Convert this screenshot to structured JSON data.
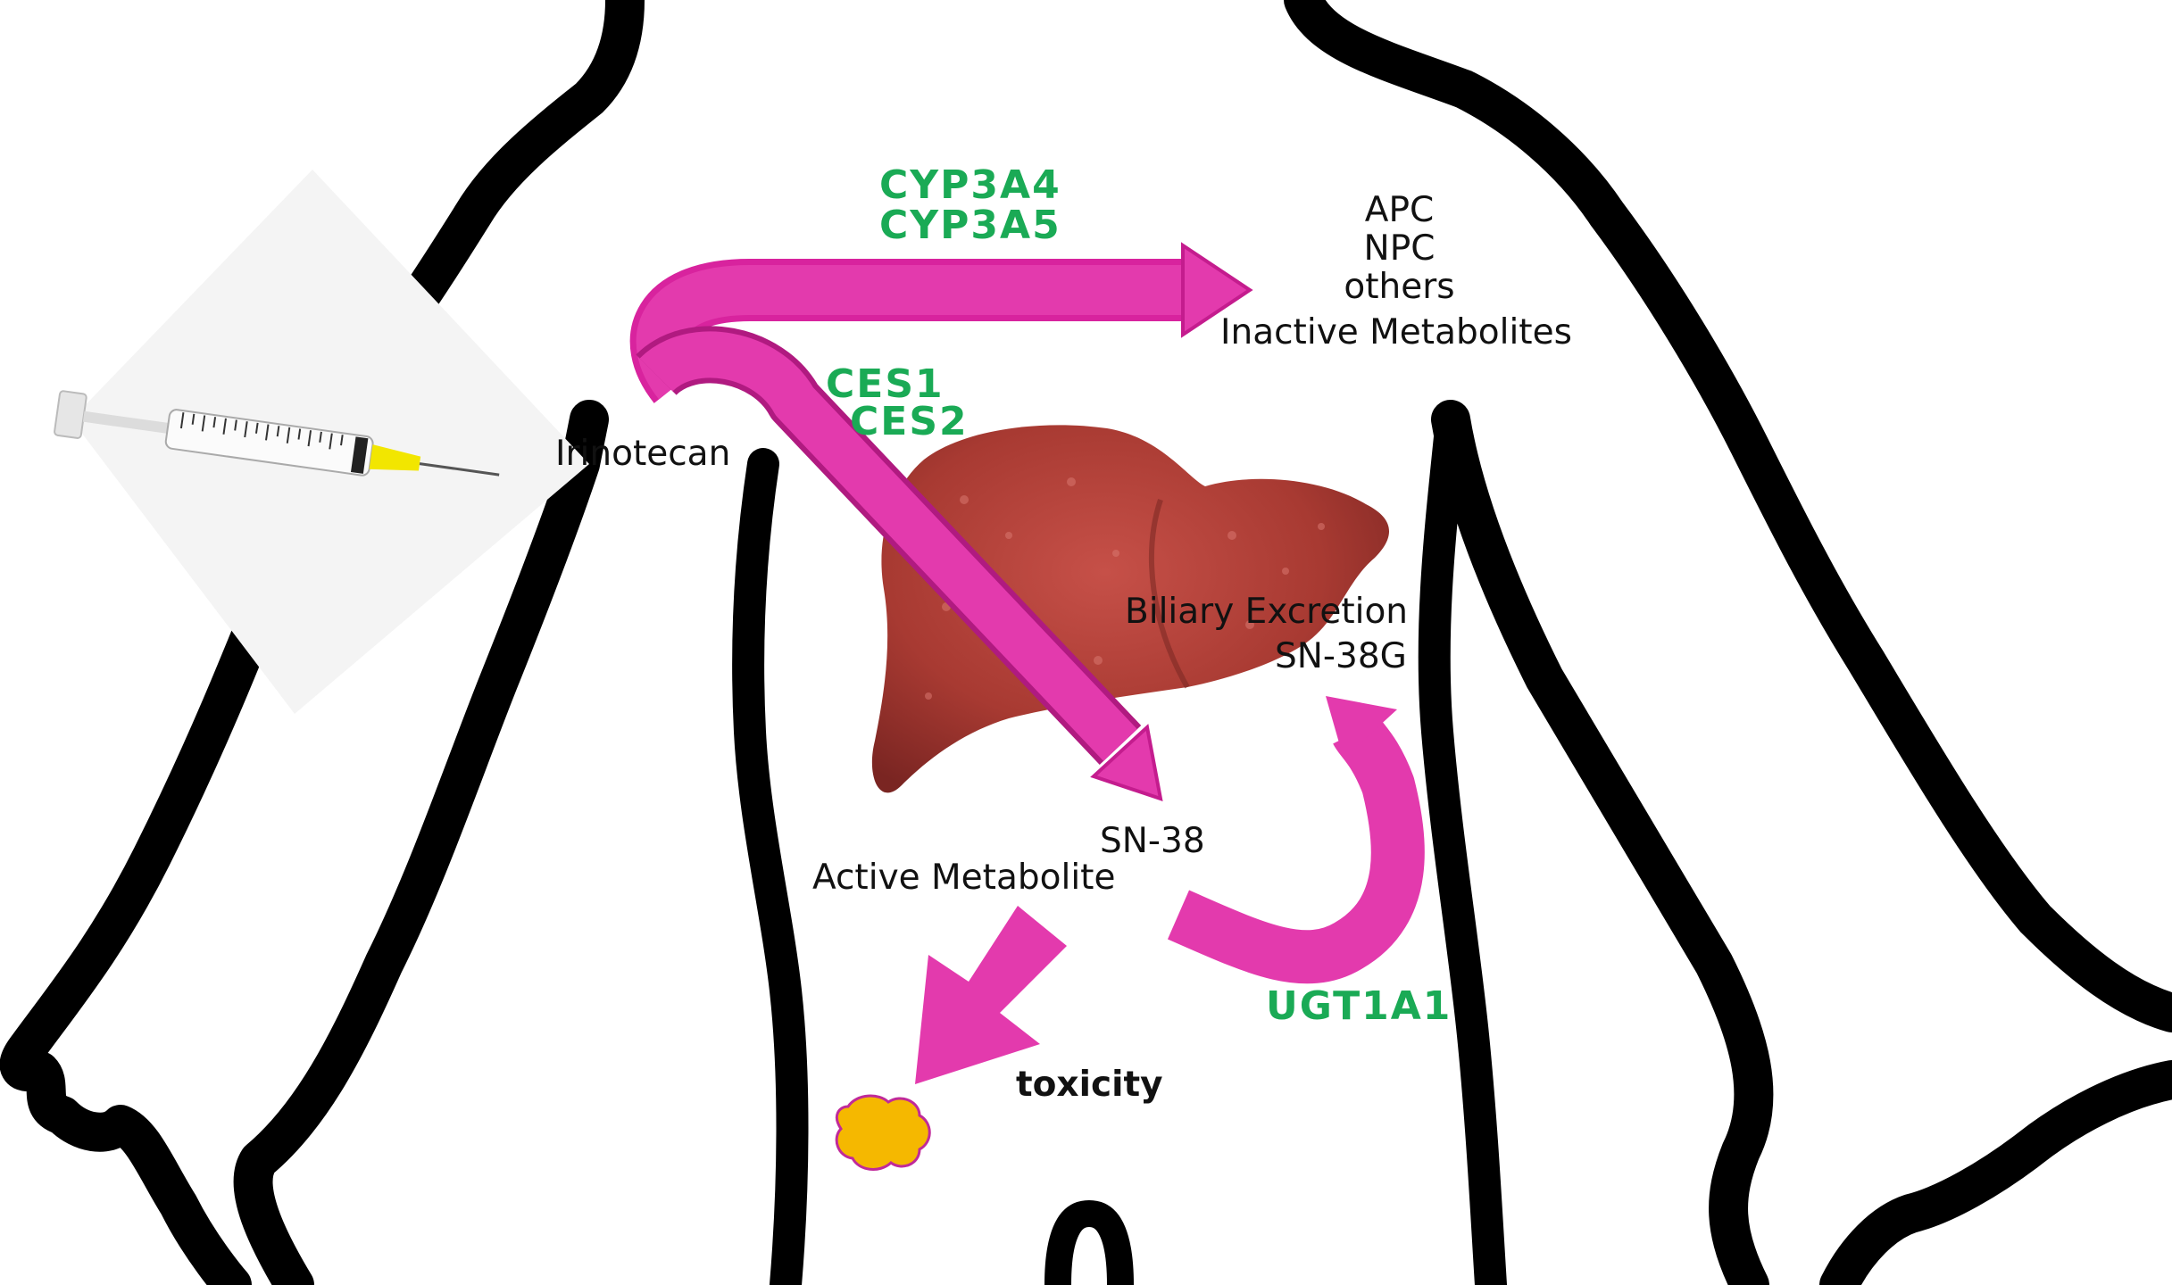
{
  "enzymes": {
    "cyp3a4": "CYP3A4",
    "cyp3a5": "CYP3A5",
    "ces1": "CES1",
    "ces2": "CES2",
    "ugt1a1": "UGT1A1"
  },
  "labels": {
    "irinotecan": "Irinotecan",
    "apc": "APC",
    "npc": "NPC",
    "others": "others",
    "inactive": "Inactive Metabolites",
    "biliary": "Biliary Excretion",
    "sn38g": "SN-38G",
    "sn38": "SN-38",
    "active": "Active Metabolite",
    "toxicity": "toxicity"
  },
  "colors": {
    "arrow": "#e02aa8",
    "enzyme_text": "#1aaa55",
    "liver": "#a83a32",
    "toxicity_blob": "#f5b800",
    "outline": "#000000"
  }
}
